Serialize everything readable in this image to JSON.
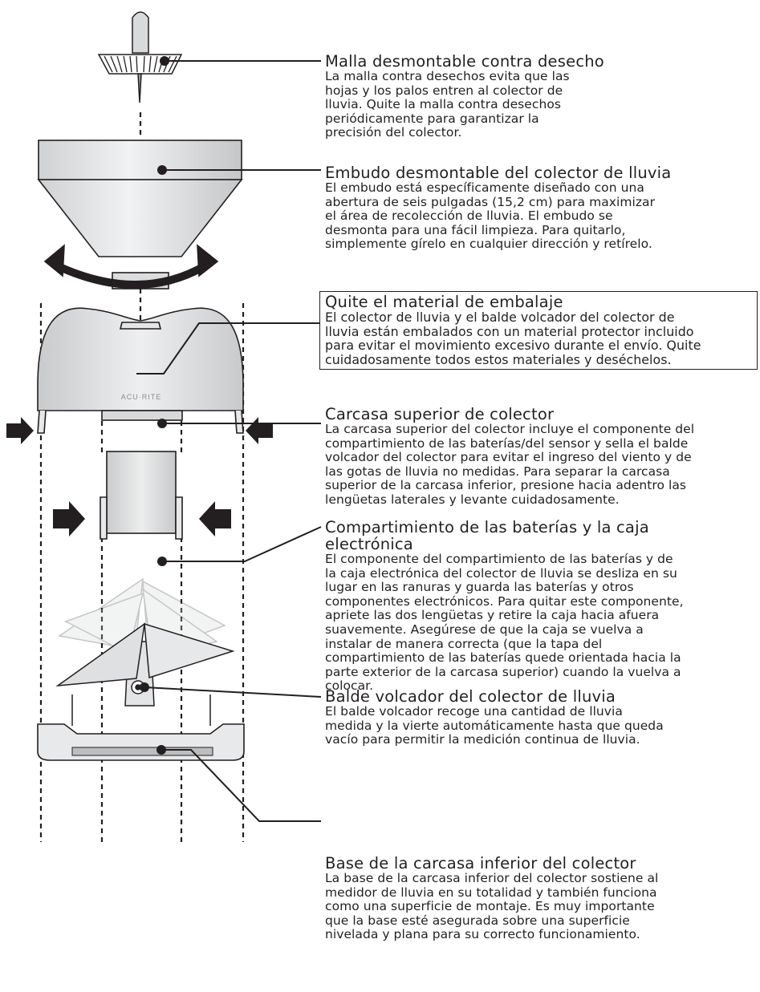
{
  "brand_logo": "ACURITE",
  "callouts": [
    {
      "title": "Malla desmontable contra desecho",
      "desc": "La malla contra desechos evita que las\nhojas y los palos entren al colector de\nlluvia. Quite la malla contra desechos\nperiódicamente para garantizar la\nprecisión del colector."
    },
    {
      "title": "Embudo desmontable del colector de lluvia",
      "desc": "El embudo está específicamente diseñado con una\nabertura de seis pulgadas (15,2 cm) para maximizar\nel área de recolección de lluvia. El embudo se\ndesmonta para una fácil limpieza. Para quitarlo,\nsimplemente gírelo en cualquier dirección y retírelo."
    },
    {
      "title": "Quite el material de embalaje",
      "desc": "El colector de lluvia y el balde volcador del colector de\nlluvia están embalados con un material protector incluido\npara evitar el movimiento excesivo durante el envío. Quite\ncuidadosamente todos estos materiales y deséchelos."
    },
    {
      "title": "Carcasa superior de colector",
      "desc": "La carcasa superior del colector incluye el componente del\ncompartimiento de las baterías/del sensor y sella el balde\nvolcador del colector para evitar el ingreso del viento y de\nlas gotas de lluvia no medidas. Para separar la carcasa\nsuperior de la carcasa inferior, presione hacia adentro las\nlengüetas laterales y levante cuidadosamente."
    },
    {
      "title": "Compartimiento de las baterías y la caja\nelectrónica",
      "desc": "El componente del compartimiento de las baterías y de\nla caja electrónica del colector de lluvia se desliza en su\nlugar en las ranuras y guarda las baterías y otros\ncomponentes electrónicos. Para quitar este componente,\napriete las dos lengüetas y retire la caja hacia afuera\nsuavemente. Asegúrese de que la caja se vuelva a\ninstalar de manera correcta (que la tapa del\ncompartimiento de las baterías quede orientada hacia la\nparte exterior de la carcasa superior) cuando la vuelva a\ncolocar."
    },
    {
      "title": "Balde volcador del colector de lluvia",
      "desc": "El balde volcador recoge una cantidad de lluvia\nmedida y la vierte automáticamente hasta que queda\nvacío para permitir la medición continua de lluvia."
    },
    {
      "title": "Base de la carcasa inferior del colector",
      "desc": "La base de la carcasa inferior del colector sostiene al\nmedidor de lluvia en su totalidad y también funciona\ncomo una superficie de montaje. Es muy importante\nque la base esté asegurada sobre una superficie\nnivelada y plana para su correcto funcionamiento."
    }
  ]
}
